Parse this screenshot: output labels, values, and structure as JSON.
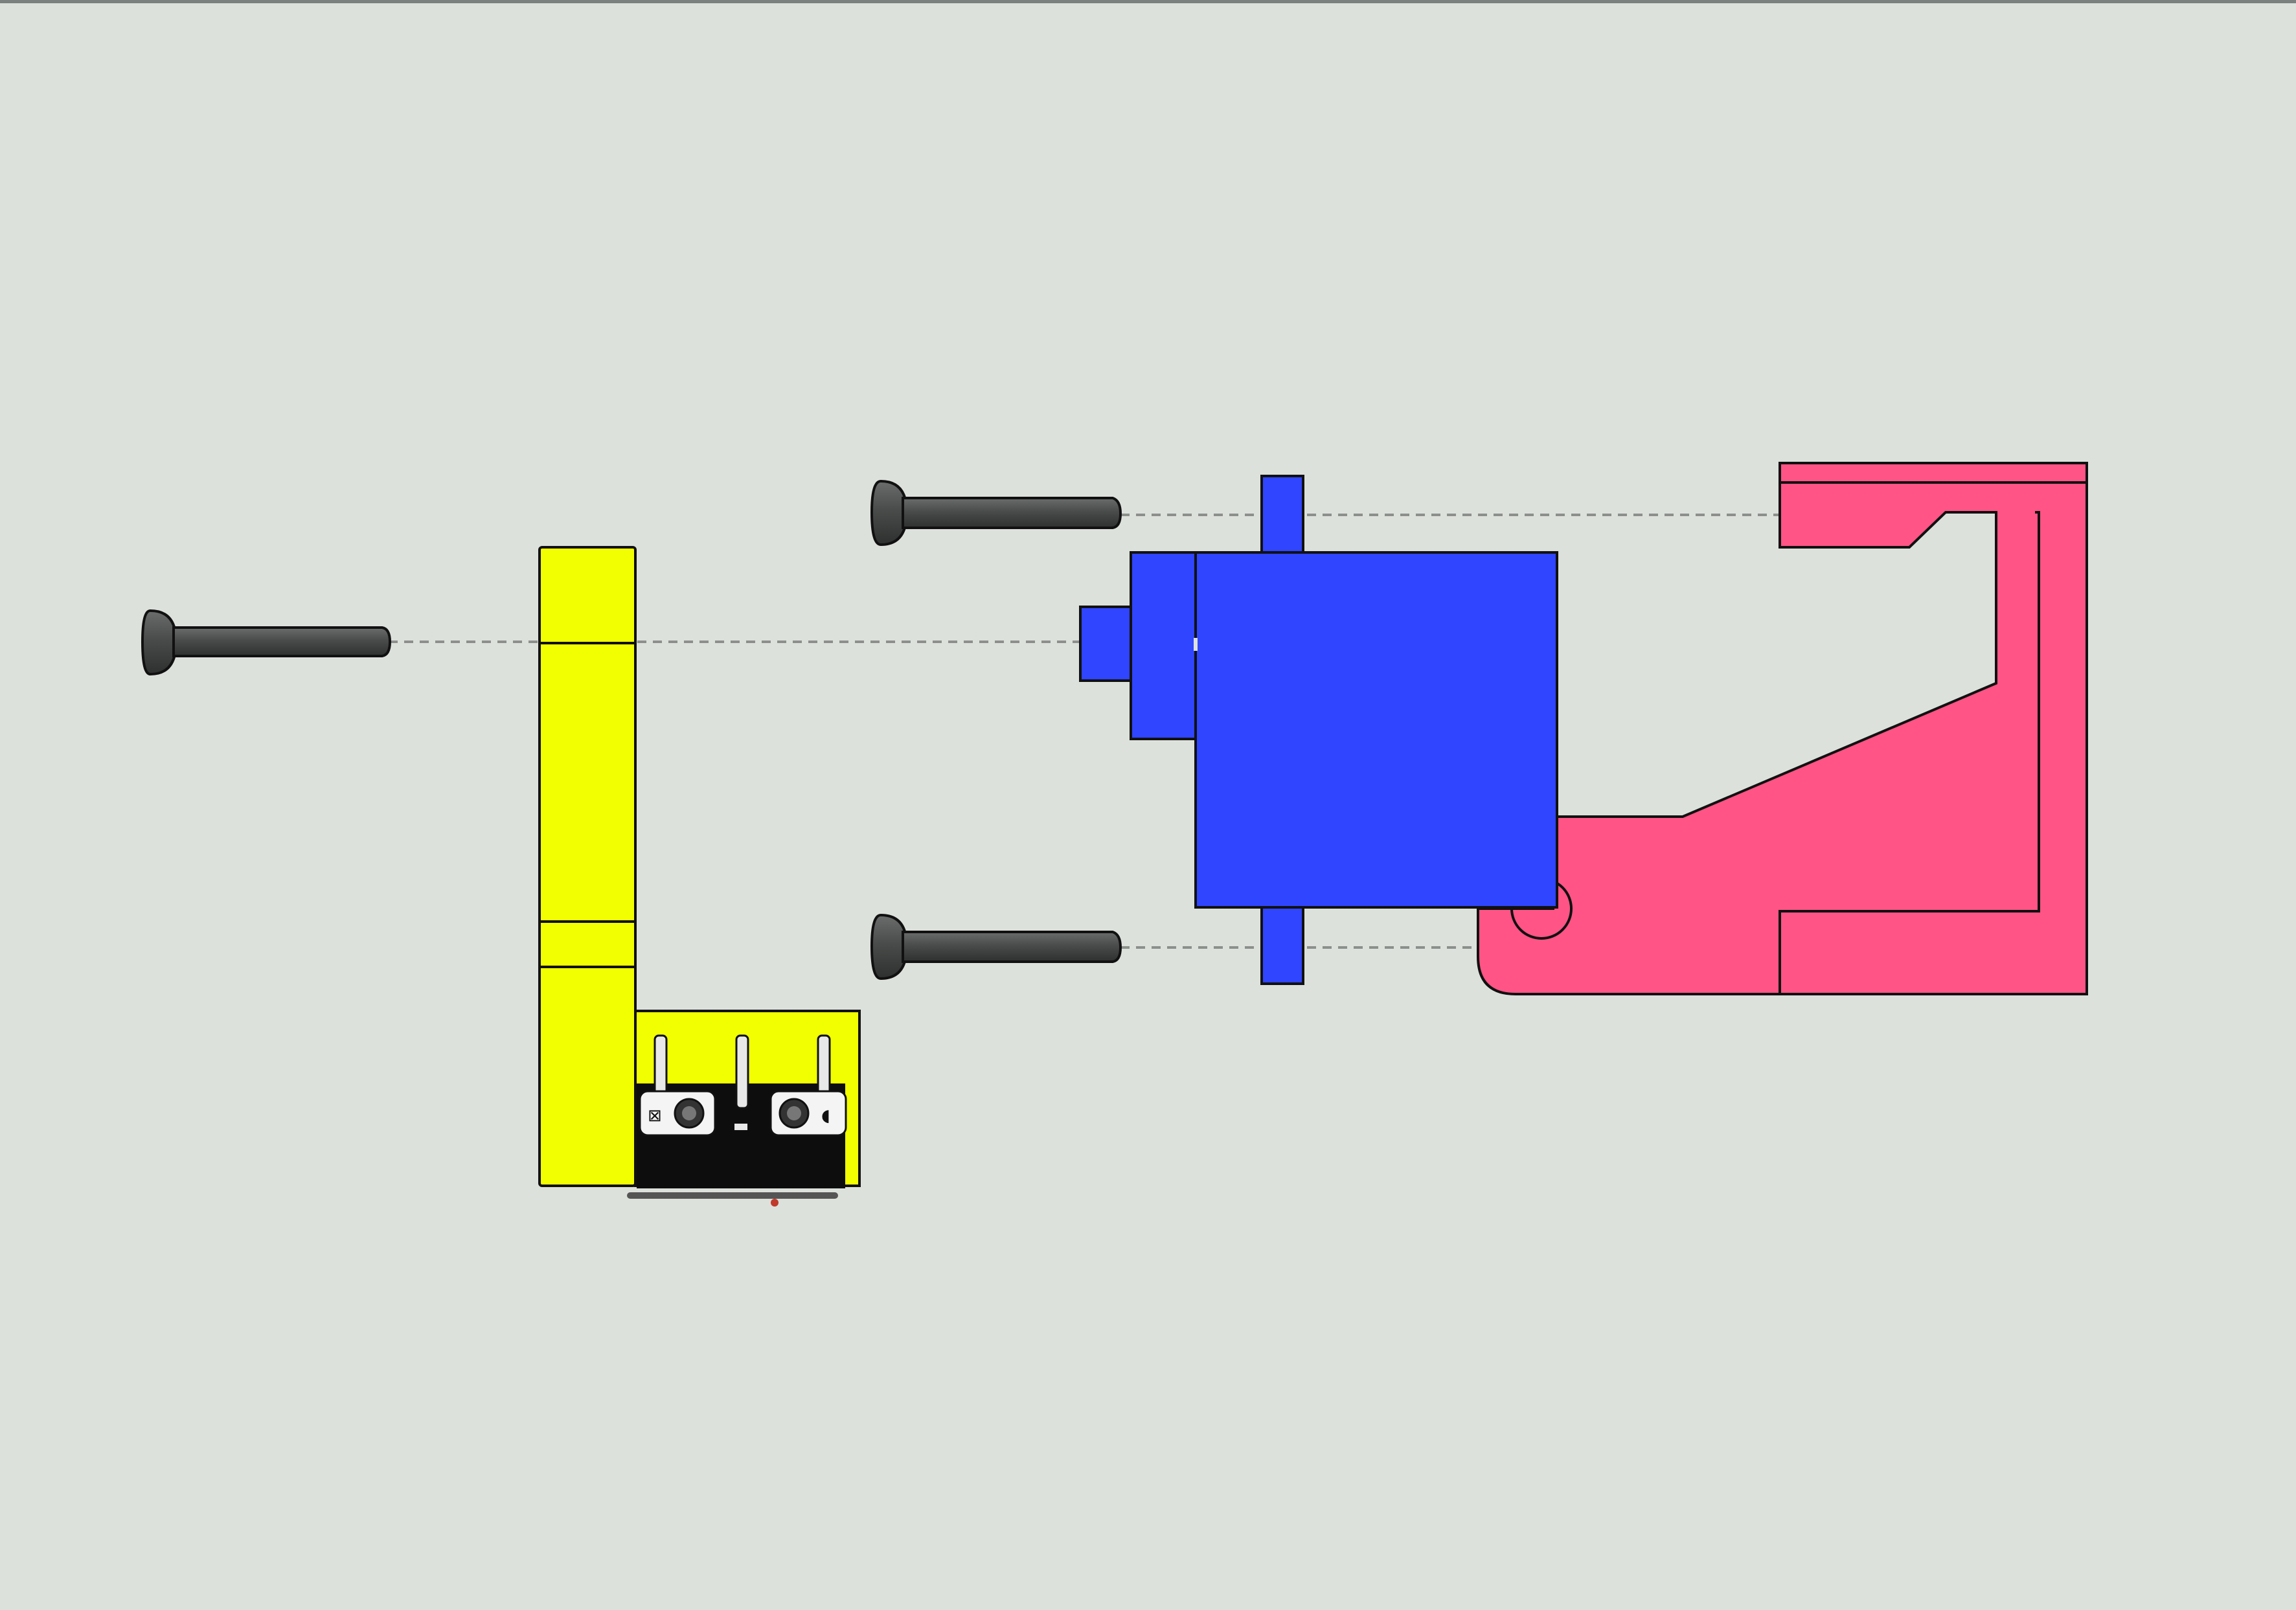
{
  "diagram": {
    "view": "exploded-assembly",
    "background_color": "#dde1dc",
    "top_border_color": "#7a817e",
    "outline_color": "#111111",
    "guide_line_color": "#8c8f8c",
    "parts": [
      {
        "id": "screw-1",
        "kind": "screw",
        "color": "#4a4c4b"
      },
      {
        "id": "screw-2",
        "kind": "screw",
        "color": "#4a4c4b"
      },
      {
        "id": "screw-3",
        "kind": "screw",
        "color": "#4a4c4b"
      },
      {
        "id": "switch-bracket",
        "kind": "bracket",
        "color": "#f2ff00"
      },
      {
        "id": "micro-switch",
        "kind": "limit-switch",
        "color": "#0d0d0d"
      },
      {
        "id": "servo-motor",
        "kind": "servo",
        "color": "#2f45ff"
      },
      {
        "id": "servo-mount",
        "kind": "mount",
        "color": "#ff5485"
      }
    ]
  }
}
